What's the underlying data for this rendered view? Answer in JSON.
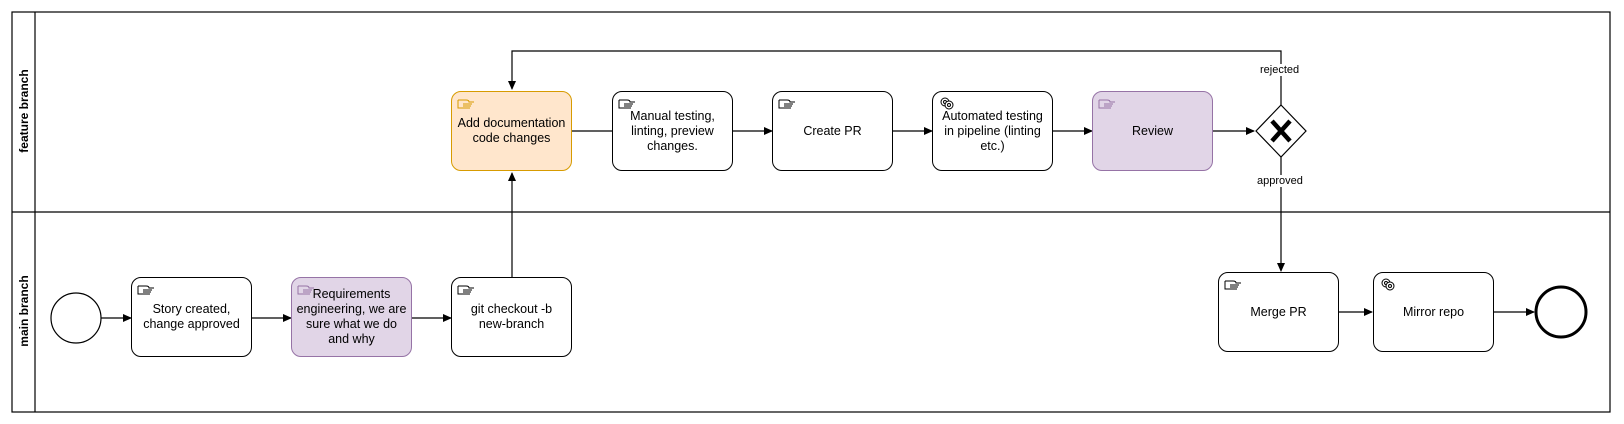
{
  "lanes": {
    "feature": {
      "title": "feature branch"
    },
    "main": {
      "title": "main branch"
    }
  },
  "tasks": {
    "story": {
      "label": "Story created, change approved",
      "icon": "manual-task-icon"
    },
    "requirements": {
      "label": "Requirements engineering, we are sure what we do and why",
      "icon": "manual-task-icon"
    },
    "checkout": {
      "label": "git checkout -b new-branch",
      "icon": "manual-task-icon"
    },
    "docs": {
      "label": "Add documentation code changes",
      "icon": "manual-task-icon"
    },
    "manual_testing": {
      "label": "Manual testing, linting, preview changes.",
      "icon": "manual-task-icon"
    },
    "create_pr": {
      "label": "Create PR",
      "icon": "manual-task-icon"
    },
    "automated": {
      "label": "Automated testing in pipeline (linting etc.)",
      "icon": "service-task-icon"
    },
    "review": {
      "label": "Review",
      "icon": "manual-task-icon"
    },
    "merge": {
      "label": "Merge PR",
      "icon": "manual-task-icon"
    },
    "mirror": {
      "label": "Mirror repo",
      "icon": "service-task-icon"
    }
  },
  "gateway": {
    "type": "exclusive",
    "icon": "exclusive-gateway-x-icon"
  },
  "edges": {
    "rejected": "rejected",
    "approved": "approved"
  },
  "colors": {
    "orange_fill": "#ffe6cc",
    "orange_stroke": "#d79b00",
    "purple_fill": "#e1d5e7",
    "purple_stroke": "#9673a6"
  }
}
